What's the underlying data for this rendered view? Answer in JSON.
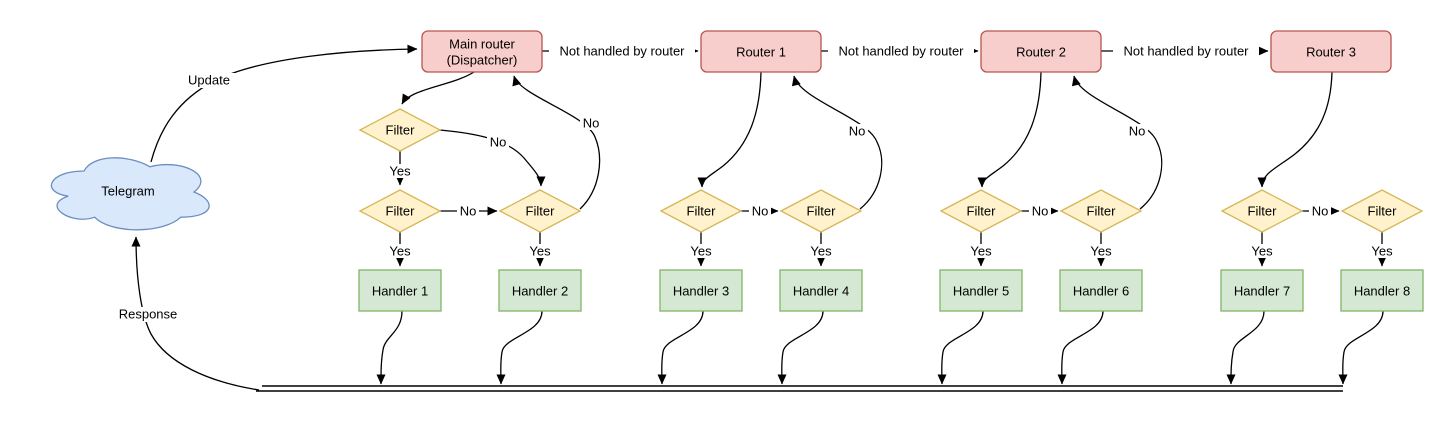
{
  "colors": {
    "background": "#ffffff",
    "edge": "#000000",
    "text": "#000000",
    "cloud_fill": "#dae8fc",
    "cloud_stroke": "#6c8ebf",
    "router_fill": "#f8cecc",
    "router_stroke": "#b85450",
    "filter_fill": "#fff2cc",
    "filter_stroke": "#d6b656",
    "handler_fill": "#d5e8d4",
    "handler_stroke": "#82b366"
  },
  "nodes": {
    "cloud_label": "Telegram",
    "main_router_label_line1": "Main router",
    "main_router_label_line2": "(Dispatcher)",
    "router1_label": "Router 1",
    "router2_label": "Router 2",
    "router3_label": "Router 3",
    "filter_label": "Filter",
    "handlers": [
      "Handler 1",
      "Handler 2",
      "Handler 3",
      "Handler 4",
      "Handler 5",
      "Handler 6",
      "Handler 7",
      "Handler 8"
    ]
  },
  "edge_labels": {
    "update": "Update",
    "response": "Response",
    "not_handled": "Not handled by router",
    "yes": "Yes",
    "no": "No"
  }
}
